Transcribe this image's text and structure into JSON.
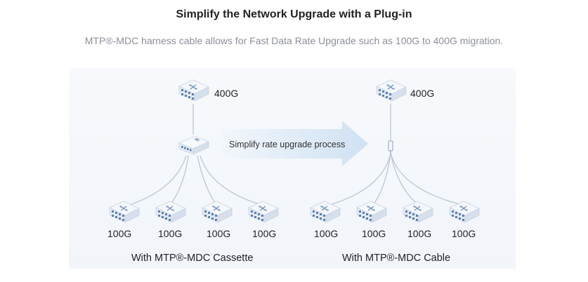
{
  "title": "Simplify the Network Upgrade with a Plug-in",
  "subtitle": "MTP®-MDC harness cable allows for Fast Data Rate Upgrade such as 100G to 400G migration.",
  "arrow_label": "Simplify rate upgrade process",
  "left": {
    "top_label": "400G",
    "bottom_labels": [
      "100G",
      "100G",
      "100G",
      "100G"
    ],
    "caption": "With MTP®-MDC Cassette"
  },
  "right": {
    "top_label": "400G",
    "bottom_labels": [
      "100G",
      "100G",
      "100G",
      "100G"
    ],
    "caption": "With MTP®-MDC Cable"
  },
  "colors": {
    "panel_bg": "#f3f6fa",
    "line": "#b7c3d2",
    "arrow": "#d5e5f5",
    "icon_top": "#eef3f9",
    "icon_port": "#5d7fae"
  },
  "icons": {
    "switch": "network-switch-icon",
    "cassette": "mtp-mdc-cassette-icon",
    "connector": "cable-connector-icon"
  }
}
